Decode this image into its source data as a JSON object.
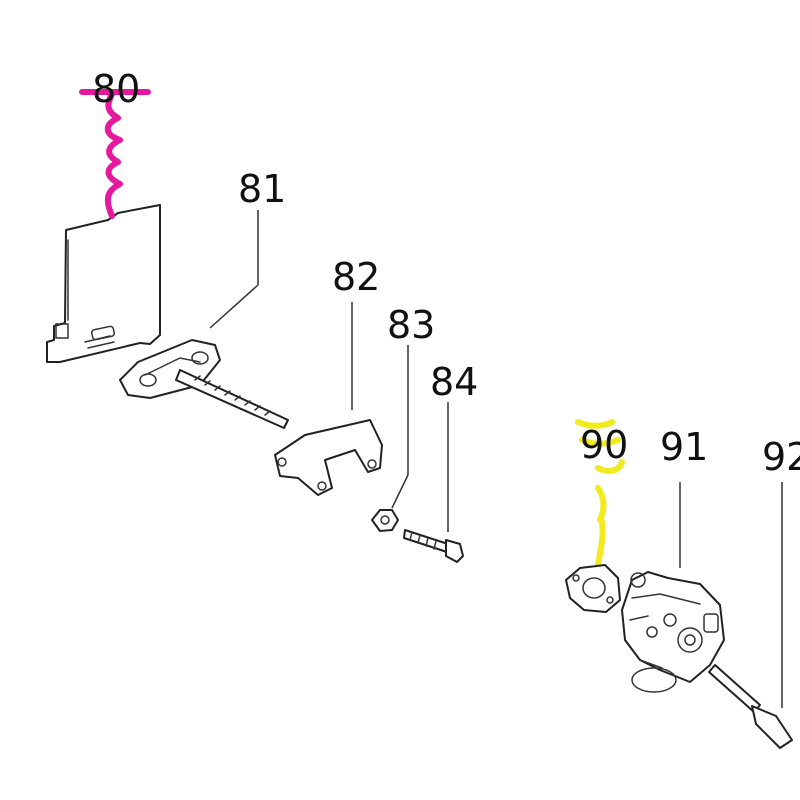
{
  "callouts": {
    "p80": "80",
    "p81": "81",
    "p82": "82",
    "p83": "83",
    "p84": "84",
    "p90": "90",
    "p91": "91",
    "p92": "92"
  },
  "highlights": {
    "magenta": "#e6199e",
    "yellow": "#f1ea1c"
  }
}
